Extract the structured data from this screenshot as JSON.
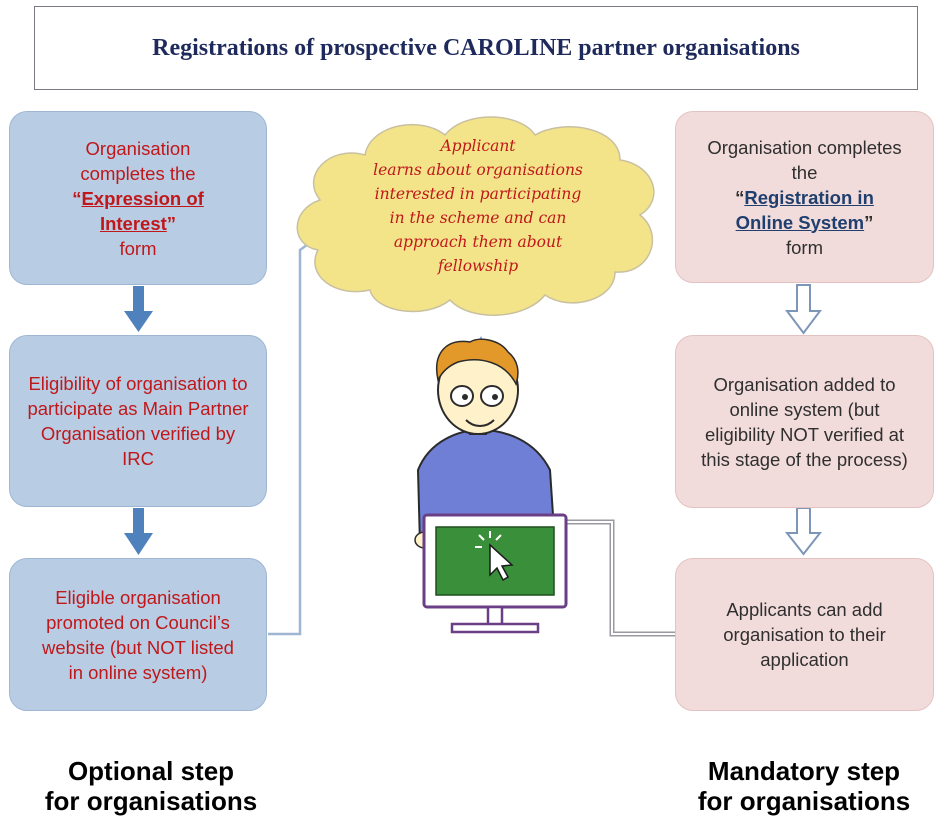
{
  "title": "Registrations of prospective CAROLINE partner organisations",
  "left_column": {
    "box1": {
      "line_pre": "Organisation completes the",
      "q_open": "“",
      "emph": "Expression of Interest",
      "q_close": "”",
      "line_post": "form"
    },
    "box2": {
      "text": "Eligibility of organisation to participate as Main Partner Organisation verified by IRC"
    },
    "box3": {
      "text": "Eligible organisation promoted on Council’s website (but NOT listed in online system)"
    },
    "label_line1": "Optional step",
    "label_line2": "for organisations"
  },
  "right_column": {
    "box1": {
      "line_pre": "Organisation completes the",
      "q_open": "“",
      "emph": "Registration in Online System",
      "q_close": "”",
      "line_post": "form"
    },
    "box2": {
      "text": "Organisation added to online system (but eligibility NOT verified at this stage of the process)"
    },
    "box3": {
      "text": "Applicants can add organisation to their application"
    },
    "label_line1": "Mandatory step",
    "label_line2": "for organisations"
  },
  "cloud": {
    "lines": [
      "Applicant",
      "learns about organisations",
      "interested in participating",
      "in the scheme and can",
      "approach them about",
      "fellowship"
    ]
  },
  "colors": {
    "blue_box": "#b8cce4",
    "pink_box": "#f2dcdb",
    "red_text": "#c0181a",
    "arrow_blue": "#4f81bd",
    "cloud_fill": "#f3e48a",
    "title_text": "#1f2a5c"
  },
  "icons": [
    "applicant-figure-icon",
    "computer-monitor-icon",
    "cursor-click-icon"
  ]
}
